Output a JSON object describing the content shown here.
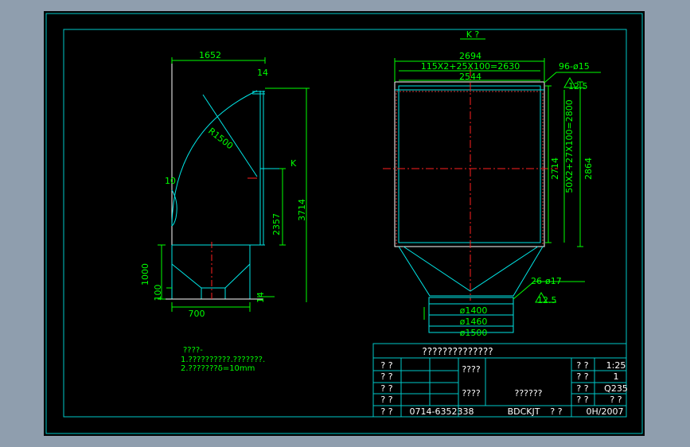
{
  "colors": {
    "background": "#8f9eae",
    "sheet": "#000000",
    "frame": "#00c8c8",
    "outline": "#ffffff",
    "geometry": "#00e6e6",
    "dimension": "#00ff00",
    "centerline": "#ff2020",
    "hatch": "#d23c3c",
    "annotation": "#00ff00",
    "symbol": "#00ff00"
  },
  "side_view": {
    "top_width": "1652",
    "flange_top": "14",
    "radius": "R1500",
    "edge": "10",
    "section_mark": "K",
    "height_2357": "2357",
    "height_3714": "3714",
    "hopper_1000": "1000",
    "hopper_100": "100",
    "flange_bottom": "14",
    "outlet_width": "700"
  },
  "front_view": {
    "view_label": "K  ?",
    "width_2694": "2694",
    "holes_top": "115X2+25X100=2630",
    "width_2544": "2544",
    "bolts": "96-ø15",
    "spacing_top": "12.5",
    "height_2714": "2714",
    "holes_side": "50X2+27X100=2800",
    "height_2864": "2864",
    "bolts_bottom": "26-ø17",
    "spacing_bottom": "12.5",
    "dia_1400": "ø1400",
    "dia_1460": "ø1460",
    "dia_1500": "ø1500"
  },
  "notes": {
    "title": "????-",
    "line1": "1.??????????.???????.",
    "line2": "2.???????δ=10mm"
  },
  "title_block": {
    "name": "??????????????",
    "qty_label": "? ?",
    "scale": "1:25",
    "count": "1",
    "material": "Q235",
    "r1_label": "? ?",
    "r2_label": "? ?",
    "r3_label": "? ?",
    "r4_label": "? ?",
    "r5_label": "? ?",
    "mid_top": "????",
    "mid_bottom": "????",
    "part_name": "??????",
    "drawing_no": "0714-6352338",
    "code": "BDCKJT",
    "code_label": "? ?",
    "date": "0H/2007",
    "c1": "? ?",
    "c2": "? ?",
    "c3": "? ?",
    "c4": "? ?"
  }
}
